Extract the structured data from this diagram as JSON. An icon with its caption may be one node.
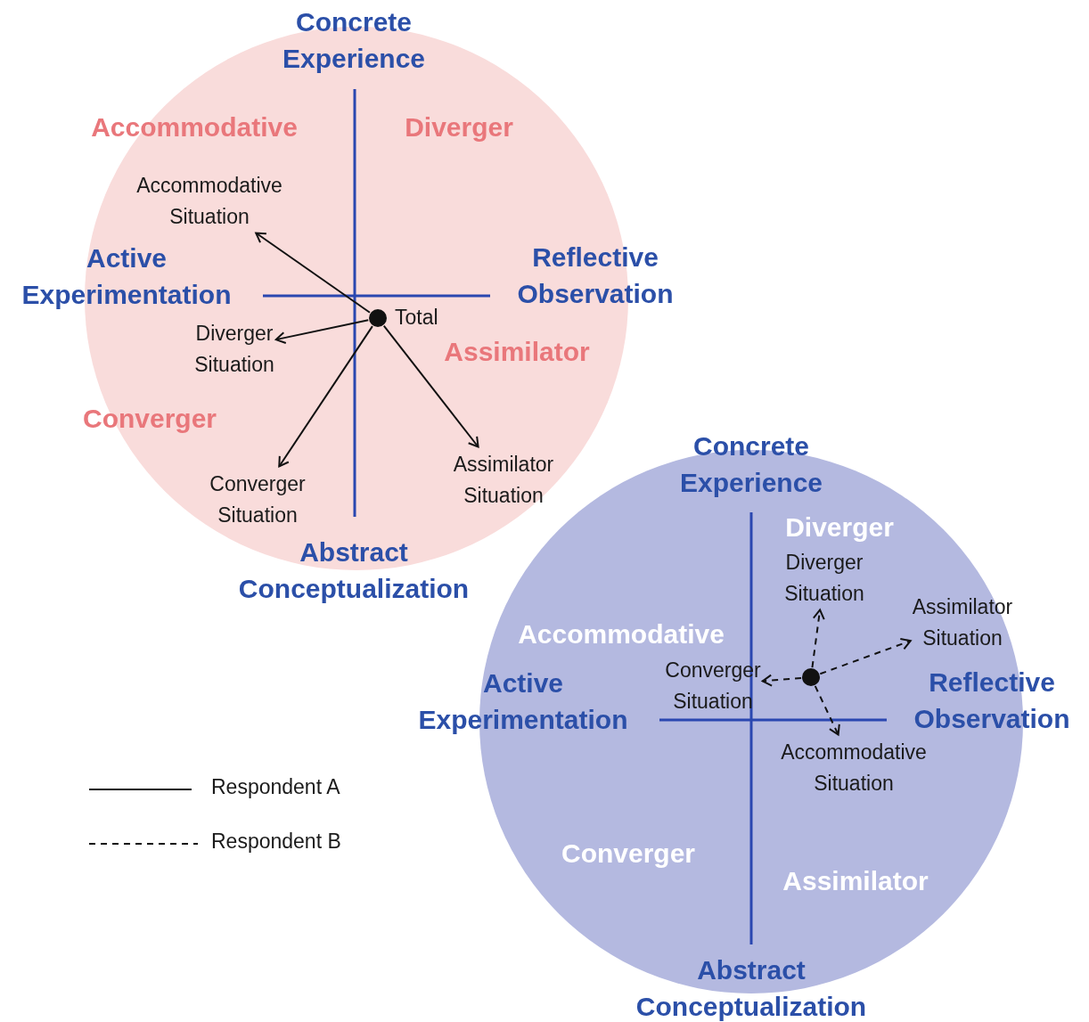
{
  "diagram": {
    "nodes": [
      {
        "text": [],
        "shape": "circle"
      },
      {
        "text": [],
        "shape": "circle",
        "in": 0,
        "beside": [
          "Total"
        ]
      },
      {
        "text": [
          "Accommodative Situation"
        ],
        "in": 0
      },
      {
        "text": [
          "Diverger Situation"
        ],
        "in": 0
      },
      {
        "text": [
          "Converger Situation"
        ],
        "in": 0
      },
      {
        "text": [
          "Assimilator Situation"
        ],
        "in": 0
      },
      {
        "text": [],
        "shape": "circle"
      },
      {
        "text": [],
        "shape": "circle",
        "in": 6
      },
      {
        "text": [
          "Diverger Situation"
        ],
        "in": 6
      },
      {
        "text": [
          "Assimilator Situation"
        ],
        "in": 6
      },
      {
        "text": [
          "Converger Situation"
        ],
        "in": 6
      },
      {
        "text": [
          "Accommodative Situation"
        ],
        "in": 6
      }
    ],
    "edges": [
      {
        "from": 1,
        "to": 2,
        "arrow": "to"
      },
      {
        "from": 1,
        "to": 3,
        "arrow": "to"
      },
      {
        "from": 1,
        "to": 4,
        "arrow": "to"
      },
      {
        "from": 1,
        "to": 5,
        "arrow": "to"
      },
      {
        "from": 7,
        "to": 8,
        "arrow": "to",
        "style": "dashed"
      },
      {
        "from": 7,
        "to": 9,
        "arrow": "to",
        "style": "dashed"
      },
      {
        "from": 7,
        "to": 10,
        "arrow": "to",
        "style": "dashed"
      },
      {
        "from": 7,
        "to": 11,
        "arrow": "to",
        "style": "dashed"
      }
    ],
    "labels": [
      "Concrete Experience",
      "Accommodative",
      "Diverger",
      "Active Experimentation",
      "Reflective Observation",
      "Assimilator",
      "Converger",
      "Abstract Conceptualization",
      "Concrete Experience",
      "Diverger",
      "Accommodative",
      "Active Experimentation",
      "Reflective Observation",
      "Converger",
      "Assimilator",
      "Abstract Conceptualization"
    ],
    "legend": [
      {
        "text": "Respondent A"
      },
      {
        "text": "Respondent B"
      }
    ]
  }
}
